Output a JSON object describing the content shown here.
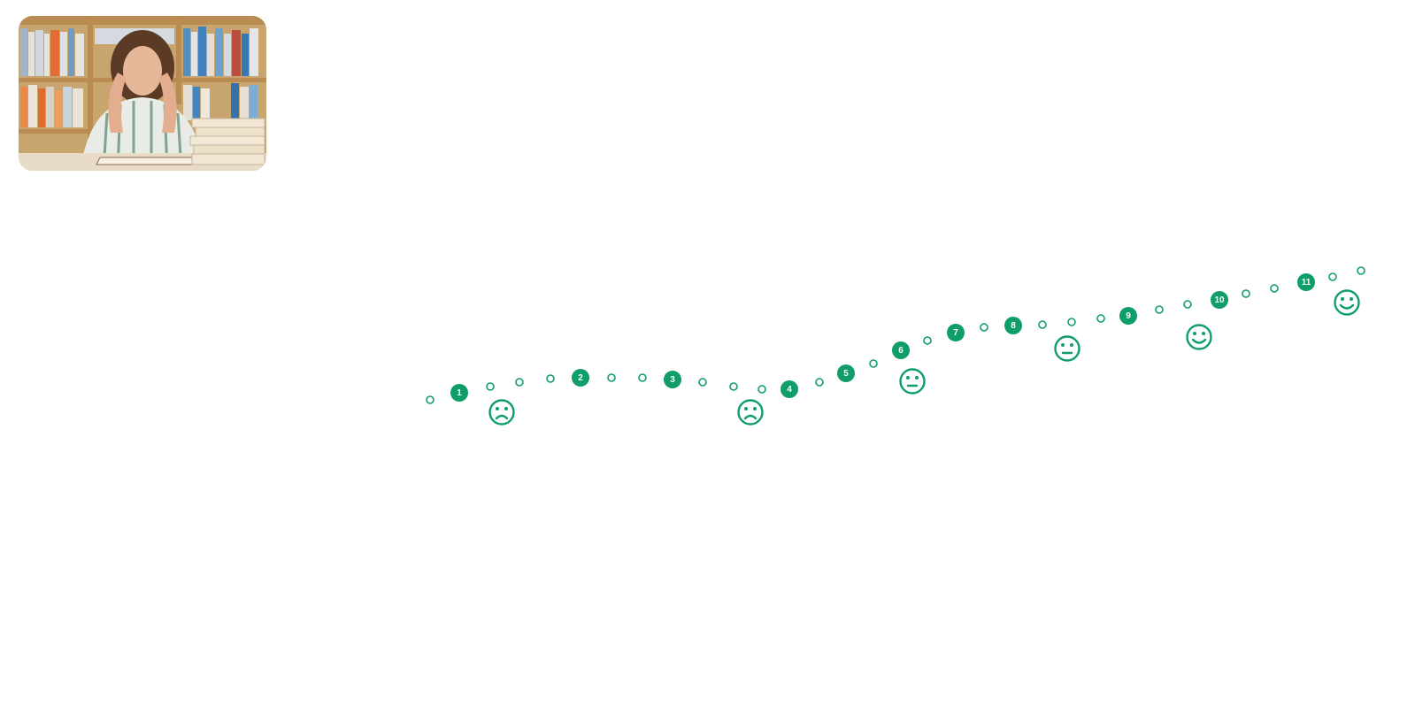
{
  "image": {
    "alt": "Stressed student holding her head while reading a book in a library",
    "icon": "student-photo"
  },
  "journey": {
    "accent_color": "#0f9d68",
    "steps": [
      {
        "label": "1"
      },
      {
        "label": "2"
      },
      {
        "label": "3"
      },
      {
        "label": "4"
      },
      {
        "label": "5"
      },
      {
        "label": "6"
      },
      {
        "label": "7"
      },
      {
        "label": "8"
      },
      {
        "label": "9"
      },
      {
        "label": "10"
      },
      {
        "label": "11"
      }
    ],
    "moods": [
      {
        "icon": "sad-face-icon",
        "mood": "sad"
      },
      {
        "icon": "sad-face-icon",
        "mood": "sad"
      },
      {
        "icon": "neutral-face-icon",
        "mood": "neutral"
      },
      {
        "icon": "neutral-face-icon",
        "mood": "neutral"
      },
      {
        "icon": "happy-face-icon",
        "mood": "happy"
      },
      {
        "icon": "happy-face-icon",
        "mood": "happy"
      }
    ]
  }
}
